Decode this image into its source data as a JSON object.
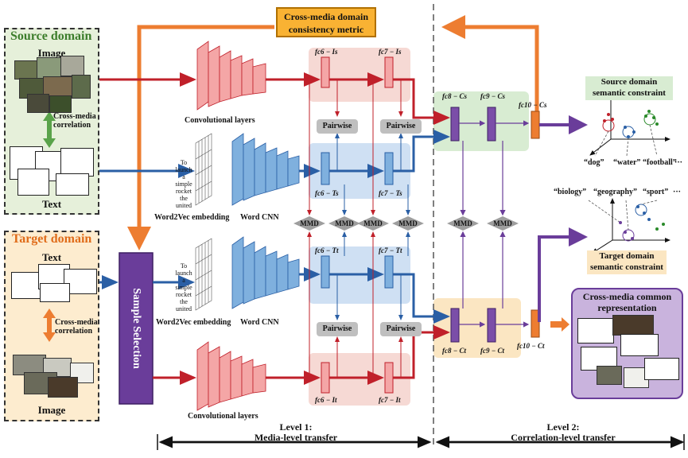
{
  "metric": {
    "title": "Cross-media domain consistency metric"
  },
  "source": {
    "title": "Source domain",
    "image_label": "Image",
    "correlation": "Cross-media correlation",
    "text_label": "Text"
  },
  "target": {
    "title": "Target domain",
    "text_label": "Text",
    "correlation": "Cross-media correlation",
    "image_label": "Image"
  },
  "sample_selection": "Sample Selection",
  "conv_top": "Convolutional layers",
  "conv_bottom": "Convolutional layers",
  "w2v_top": "Word2Vec embedding",
  "w2v_bottom": "Word2Vec embedding",
  "wcnn_top": "Word CNN",
  "wcnn_bottom": "Word CNN",
  "sentence_top": "To launch a simple rocket the united",
  "sentence_bottom": "To launch a simple rocket the united",
  "layers": {
    "fc6_Is": "fc6 − Is",
    "fc7_Is": "fc7 − Is",
    "fc6_Ts": "fc6 − Ts",
    "fc7_Ts": "fc7 − Ts",
    "fc6_Tt": "fc6 − Tt",
    "fc7_Tt": "fc7 − Tt",
    "fc6_It": "fc6 − It",
    "fc7_It": "fc7 − It",
    "fc8_Cs": "fc8 − Cs",
    "fc9_Cs": "fc9 − Cs",
    "fc10_Cs": "fc10 − Cs",
    "fc8_Ct": "fc8 − Ct",
    "fc9_Ct": "fc9 − Ct",
    "fc10_Ct": "fc10 − Ct"
  },
  "pairwise": "Pairwise",
  "mmd": "MMD",
  "src_constraint": "Source domain semantic constraint",
  "tgt_constraint": "Target domain semantic constraint",
  "src_words": [
    "“dog”",
    "“water”",
    "“football”",
    "···"
  ],
  "tgt_words": [
    "“biology”",
    "“geography”",
    "“sport”",
    "···"
  ],
  "common": {
    "title": "Cross-media common representation"
  },
  "level1": {
    "a": "Level 1:",
    "b": "Media-level transfer"
  },
  "level2": {
    "a": "Level 2:",
    "b": "Correlation-level transfer"
  },
  "colors": {
    "image_path": "#c0202a",
    "text_path": "#2a5fa5",
    "orange": "#ed7d31",
    "purple": "#6a3d9a"
  }
}
